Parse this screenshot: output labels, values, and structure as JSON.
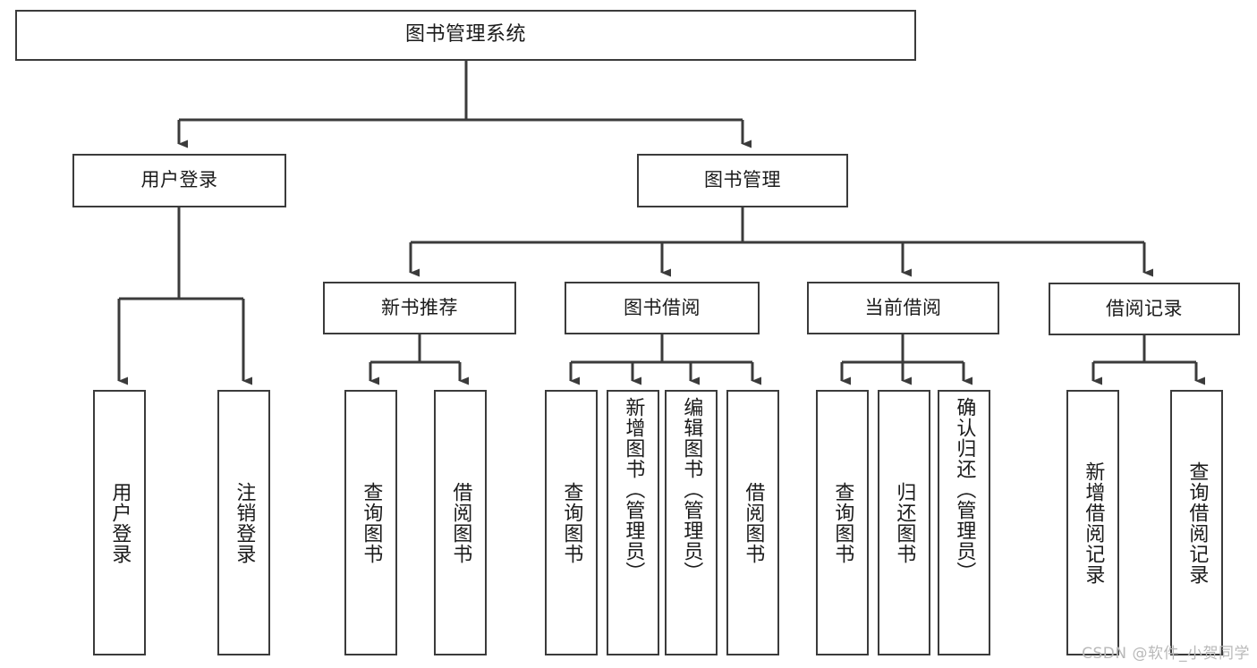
{
  "diagram": {
    "title": "图书管理系统",
    "watermark": "CSDN @软件_小贺同学",
    "root": {
      "label": "图书管理系统"
    },
    "level2": [
      {
        "label": "用户登录"
      },
      {
        "label": "图书管理"
      }
    ],
    "level3": [
      {
        "label": "新书推荐"
      },
      {
        "label": "图书借阅"
      },
      {
        "label": "当前借阅"
      },
      {
        "label": "借阅记录"
      }
    ],
    "leaves": {
      "user_login": [
        {
          "label": "用户登录"
        },
        {
          "label": "注销登录"
        }
      ],
      "new_book_recommend": [
        {
          "label": "查询图书"
        },
        {
          "label": "借阅图书"
        }
      ],
      "book_borrow": [
        {
          "label": "查询图书"
        },
        {
          "label": "新增图书（管理员）"
        },
        {
          "label": "编辑图书（管理员）"
        },
        {
          "label": "借阅图书"
        }
      ],
      "current_borrow": [
        {
          "label": "查询图书"
        },
        {
          "label": "归还图书"
        },
        {
          "label": "确认归还（管理员）"
        }
      ],
      "borrow_record": [
        {
          "label": "新增借阅记录"
        },
        {
          "label": "查询借阅记录"
        }
      ]
    }
  },
  "colors": {
    "stroke": "#3b3b3b",
    "fill": "#ffffff",
    "text": "#1b1b1b",
    "watermark": "#b9b9b9"
  }
}
